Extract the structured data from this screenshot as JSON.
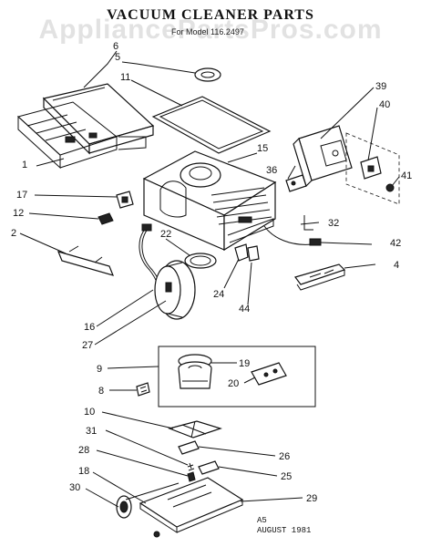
{
  "header": {
    "title": "VACUUM CLEANER PARTS",
    "subtitle": "For Model 116.2497",
    "watermark": "AppliancePartsPros.com"
  },
  "footer": {
    "rev_code": "A5",
    "date": "AUGUST 1981"
  },
  "callouts": {
    "c1": "1",
    "c2": "2",
    "c4": "4",
    "c5": "5",
    "c6": "6",
    "c8": "8",
    "c9": "9",
    "c10": "10",
    "c11": "11",
    "c12": "12",
    "c15": "15",
    "c16": "16",
    "c17": "17",
    "c18": "18",
    "c19": "19",
    "c20": "20",
    "c22": "22",
    "c24": "24",
    "c25": "25",
    "c26": "26",
    "c27": "27",
    "c28": "28",
    "c29": "29",
    "c30": "30",
    "c31": "31",
    "c32": "32",
    "c36": "36",
    "c39": "39",
    "c40": "40",
    "c41": "41",
    "c42": "42",
    "c44": "44"
  }
}
